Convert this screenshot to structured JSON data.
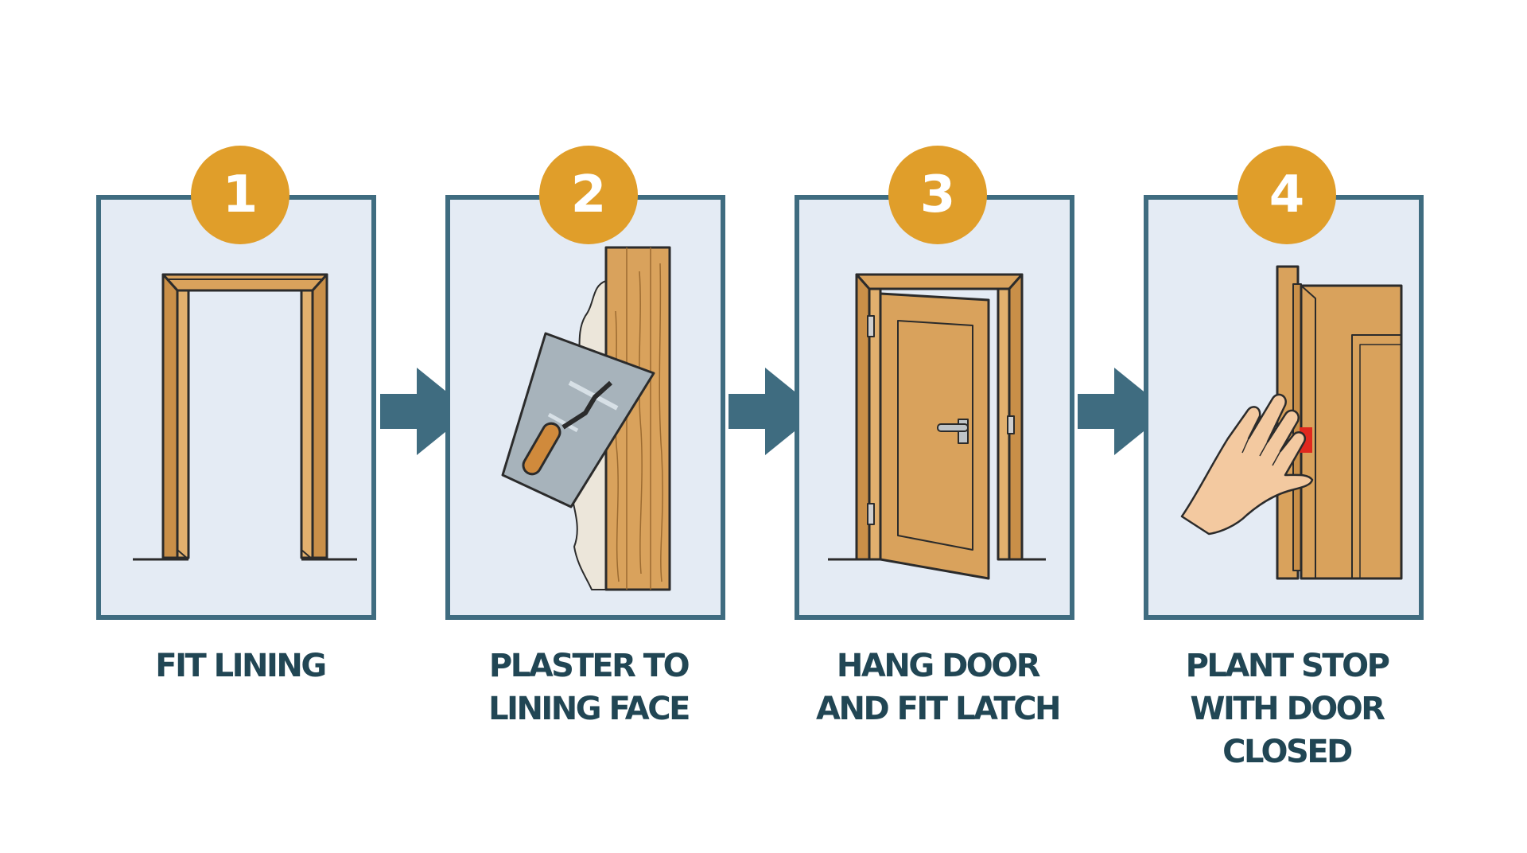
{
  "colors": {
    "panel_border": "#3f6c80",
    "panel_fill": "#e4ebf4",
    "badge": "#e09e2a",
    "arrow": "#3f6c80",
    "wood": "#d9a25c",
    "caption": "#214654",
    "stop_marker": "#e0281e"
  },
  "steps": [
    {
      "number": "1",
      "caption": "FIT LINING"
    },
    {
      "number": "2",
      "caption": "PLASTER TO\nLINING FACE"
    },
    {
      "number": "3",
      "caption": "HANG DOOR\nAND FIT LATCH"
    },
    {
      "number": "4",
      "caption": "PLANT STOP\nWITH DOOR\nCLOSED"
    }
  ]
}
